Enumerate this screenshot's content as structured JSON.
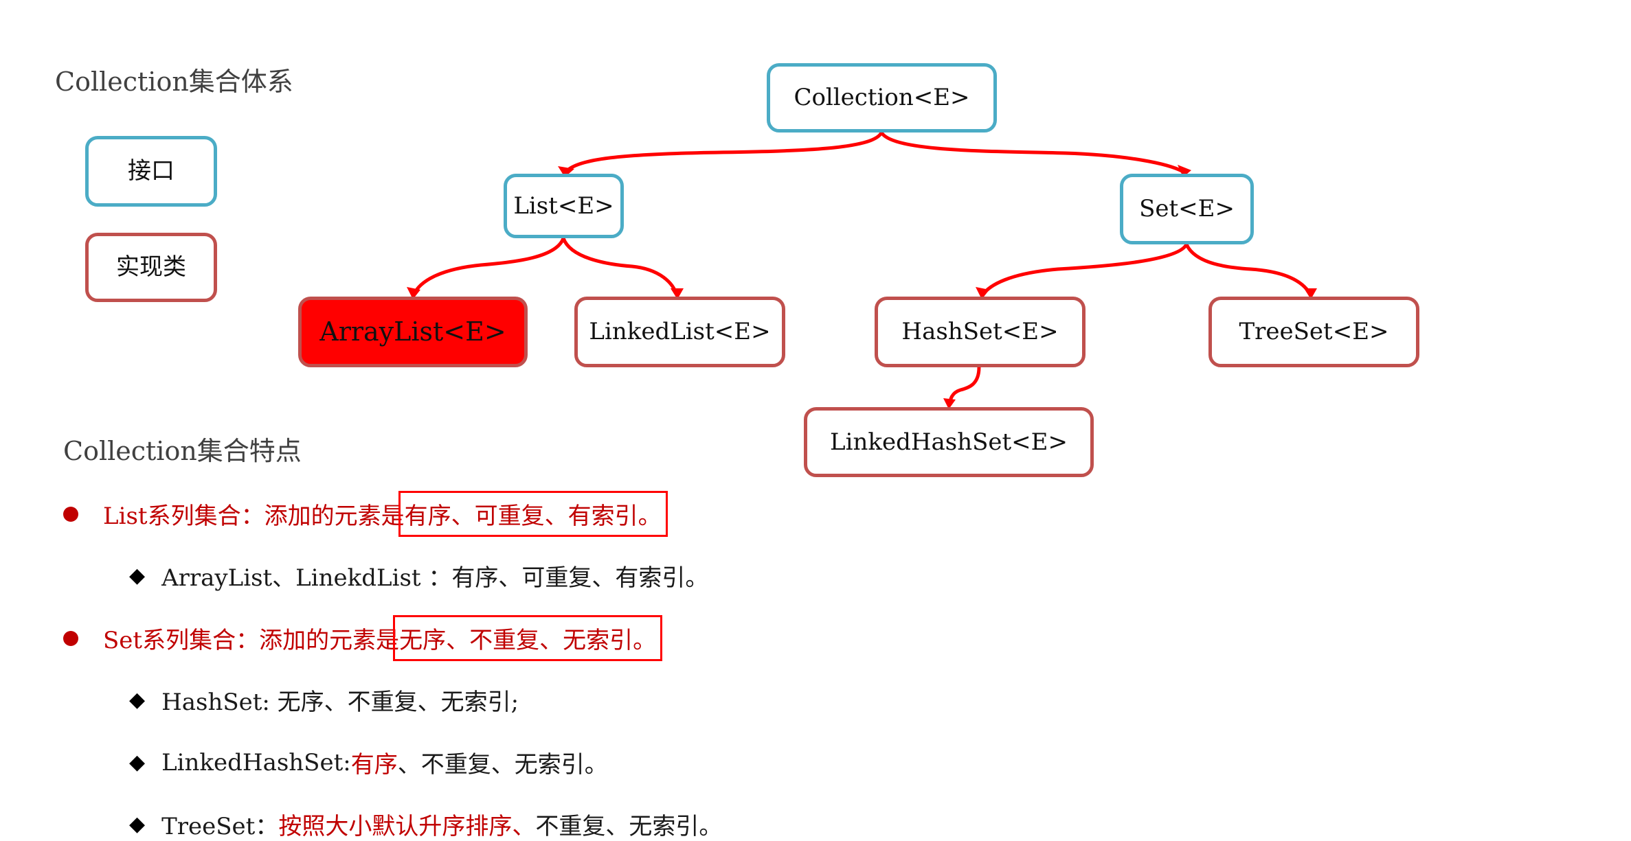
{
  "hierarchy": {
    "title": "Collection集合体系",
    "legend": {
      "interface_label": "接口",
      "implementation_label": "实现类"
    },
    "nodes": {
      "collection": "Collection<E>",
      "list": "List<E>",
      "set": "Set<E>",
      "arraylist": "ArrayList<E>",
      "linkedlist": "LinkedList<E>",
      "hashset": "HashSet<E>",
      "treeset": "TreeSet<E>",
      "linkedhashset": "LinkedHashSet<E>"
    }
  },
  "features": {
    "title": "Collection集合特点",
    "list_item": {
      "prefix": "List系列集合：添加的元素是",
      "highlight": "有序、可重复、有索引。"
    },
    "list_sub": "ArrayList、LinekdList ：有序、可重复、有索引。",
    "set_item": {
      "prefix": "Set系列集合：添加的元素是",
      "highlight": "无序、不重复、无索引。"
    },
    "hashset_sub": "HashSet: 无序、不重复、无索引;",
    "linkedhashset_sub": {
      "prefix": "LinkedHashSet: ",
      "highlight": "有序",
      "suffix": "、不重复、无索引。"
    },
    "treeset_sub": {
      "prefix": "TreeSet：",
      "highlight": "按照大小默认升序排序、",
      "suffix": "不重复、无索引。"
    }
  },
  "colors": {
    "interface_border": "#4BACC6",
    "implementation_border": "#C0504D",
    "arrow": "#FF0000",
    "highlight_fill": "#FF0000",
    "accent_text": "#C00000"
  },
  "icons": {
    "level1_bullet": "filled-circle-icon",
    "level2_bullet": "diamond-icon"
  }
}
